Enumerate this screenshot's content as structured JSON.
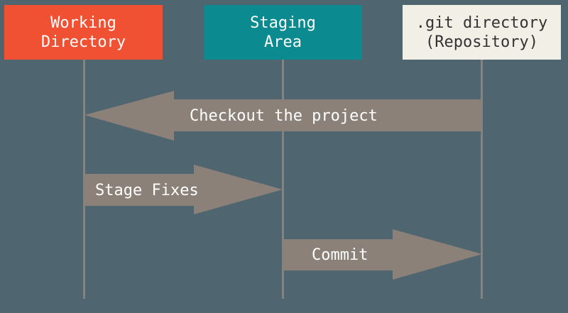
{
  "boxes": [
    {
      "title": "Working\nDirectory",
      "color": "#f05133",
      "text_color": "#ffffff"
    },
    {
      "title": "Staging\nArea",
      "color": "#0b8b8f",
      "text_color": "#ffffff"
    },
    {
      "title": ".git directory\n(Repository)",
      "color": "#f1efe6",
      "text_color": "#333333"
    }
  ],
  "arrows": [
    {
      "label": "Checkout the project",
      "from": ".git directory",
      "to": "Working Directory"
    },
    {
      "label": "Stage Fixes",
      "from": "Working Directory",
      "to": "Staging Area"
    },
    {
      "label": "Commit",
      "from": "Staging Area",
      "to": ".git directory"
    }
  ],
  "colors": {
    "background": "#4f6670",
    "arrow": "#8b8178",
    "lifeline": "#8b8178"
  }
}
